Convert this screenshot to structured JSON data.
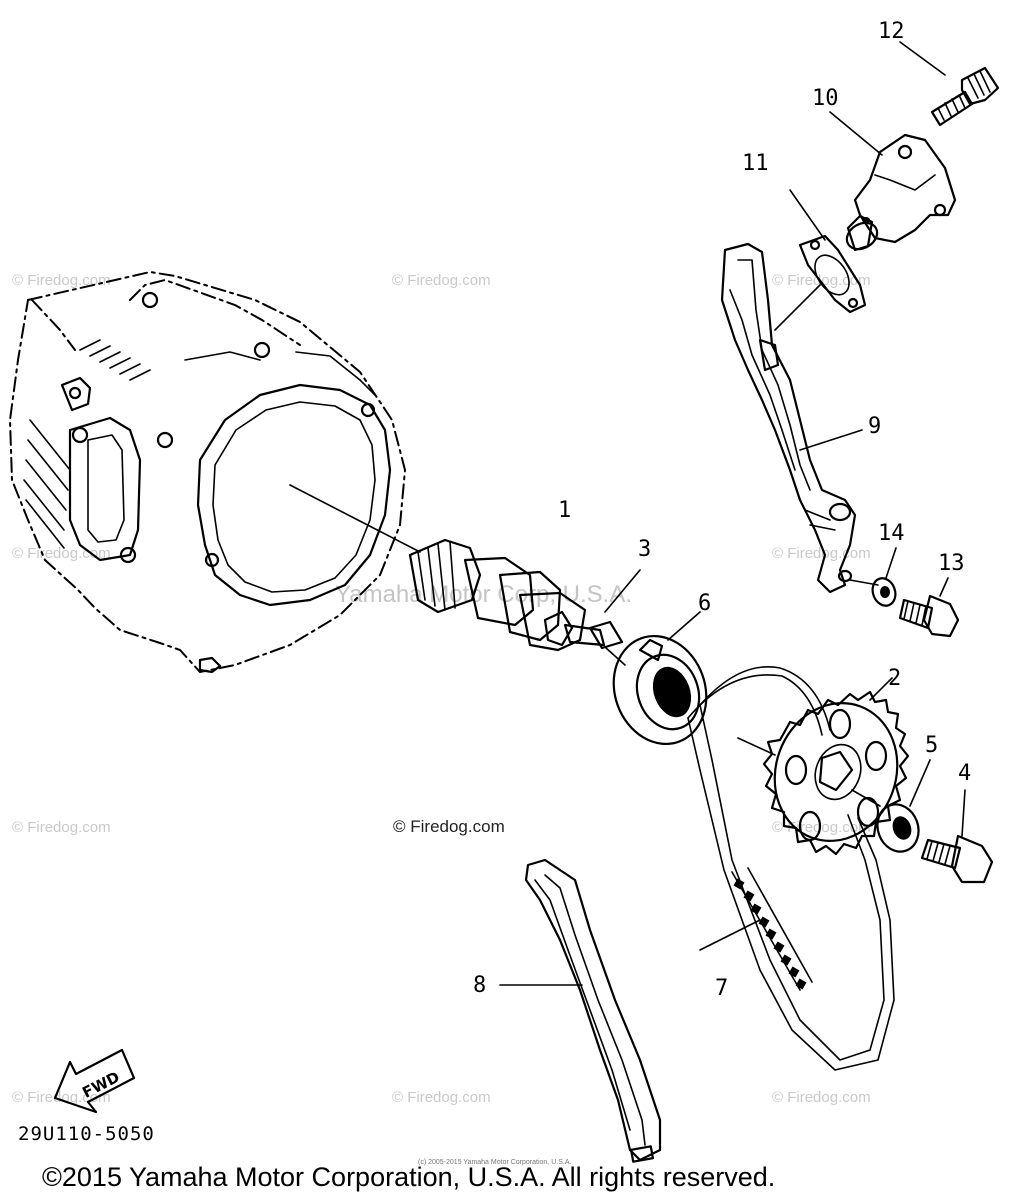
{
  "diagram": {
    "callouts": [
      "1",
      "2",
      "3",
      "4",
      "5",
      "6",
      "7",
      "8",
      "9",
      "10",
      "11",
      "12",
      "13",
      "14"
    ],
    "part_code": "29U110-5050",
    "fwd_label": "FWD",
    "watermark": "© Firedog.com",
    "center_watermark": "Yamaha Motor Corp, U.S.A.",
    "fine_print": "(c) 2005-2015 Yamaha Motor Corporation, U.S.A.",
    "copyright": "©2015 Yamaha Motor Corporation, U.S.A. All rights reserved."
  }
}
